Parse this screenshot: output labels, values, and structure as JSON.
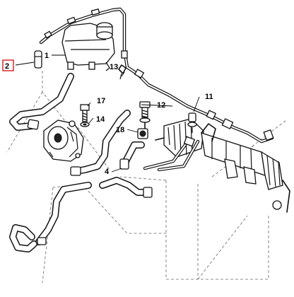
{
  "callouts": {
    "c1": "1",
    "c2": "2",
    "c4": "4",
    "c11": "11",
    "c12": "12",
    "c13": "13",
    "c14": "14",
    "c17": "17",
    "c18": "18"
  },
  "highlight_color": "#d21f1f"
}
